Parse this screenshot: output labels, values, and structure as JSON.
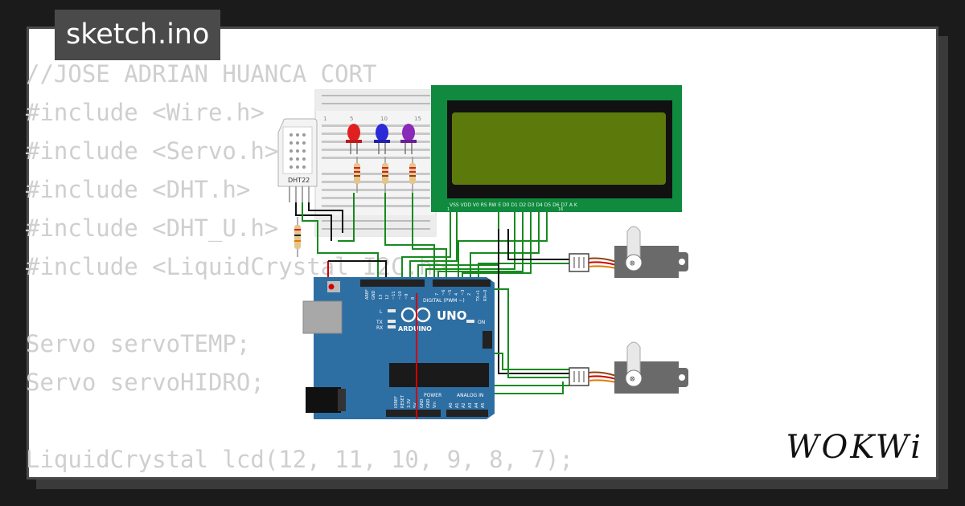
{
  "tab": {
    "filename": "sketch.ino"
  },
  "code_lines": [
    "//JOSE ADRIAN HUANCA CORT",
    "#include <Wire.h>",
    "#include <Servo.h>",
    "#include <DHT.h>",
    "#include <DHT_U.h>",
    "#include <LiquidCrystal_I2C.h>",
    "",
    "Servo servoTEMP;",
    "Servo servoHIDRO;",
    "",
    "LiquidCrystal lcd(12, 11, 10, 9, 8, 7);"
  ],
  "brand": {
    "logo": "WOKWi"
  },
  "components": {
    "dht": {
      "label": "DHT22"
    },
    "arduino": {
      "model": "UNO",
      "brand_text": "ARDUINO",
      "digital_label": "DIGITAL (PWM ~)",
      "power_label": "POWER",
      "analog_label": "ANALOG IN",
      "on_label": "ON",
      "aref_label": "AREF",
      "gnd_label": "GND",
      "l_label": "L",
      "tx_label": "TX",
      "rx_label": "RX",
      "tx_pin": "TX→1",
      "rx_pin": "RX←0",
      "power_pins": [
        "IOREF",
        "RESET",
        "3.3V",
        "5V",
        "GND",
        "GND",
        "Vin"
      ],
      "analog_pins": [
        "A0",
        "A1",
        "A2",
        "A3",
        "A4",
        "A5"
      ],
      "digital_pins": [
        "13",
        "12",
        "~11",
        "~10",
        "~9",
        "8",
        "7",
        "~6",
        "~5",
        "4",
        "~3",
        "2"
      ]
    },
    "lcd": {
      "pins": "VSS VDD V0 RS RW E D0 D1 D2 D3 D4 D5 D6 D7 A K",
      "pin_first": "1",
      "pin_last": "16"
    },
    "breadboard": {
      "cols": [
        "1",
        "5",
        "10",
        "15"
      ]
    }
  },
  "colors": {
    "arduino_board": "#2d6ea3",
    "lcd_board": "#0f8a3e",
    "lcd_screen": "#5c7a0b",
    "wire_green": "#178a1f",
    "wire_black": "#111111",
    "wire_red": "#d10000",
    "led_red": "#e02020",
    "led_blue": "#2a2ad6",
    "led_purple": "#8a2ab8"
  }
}
